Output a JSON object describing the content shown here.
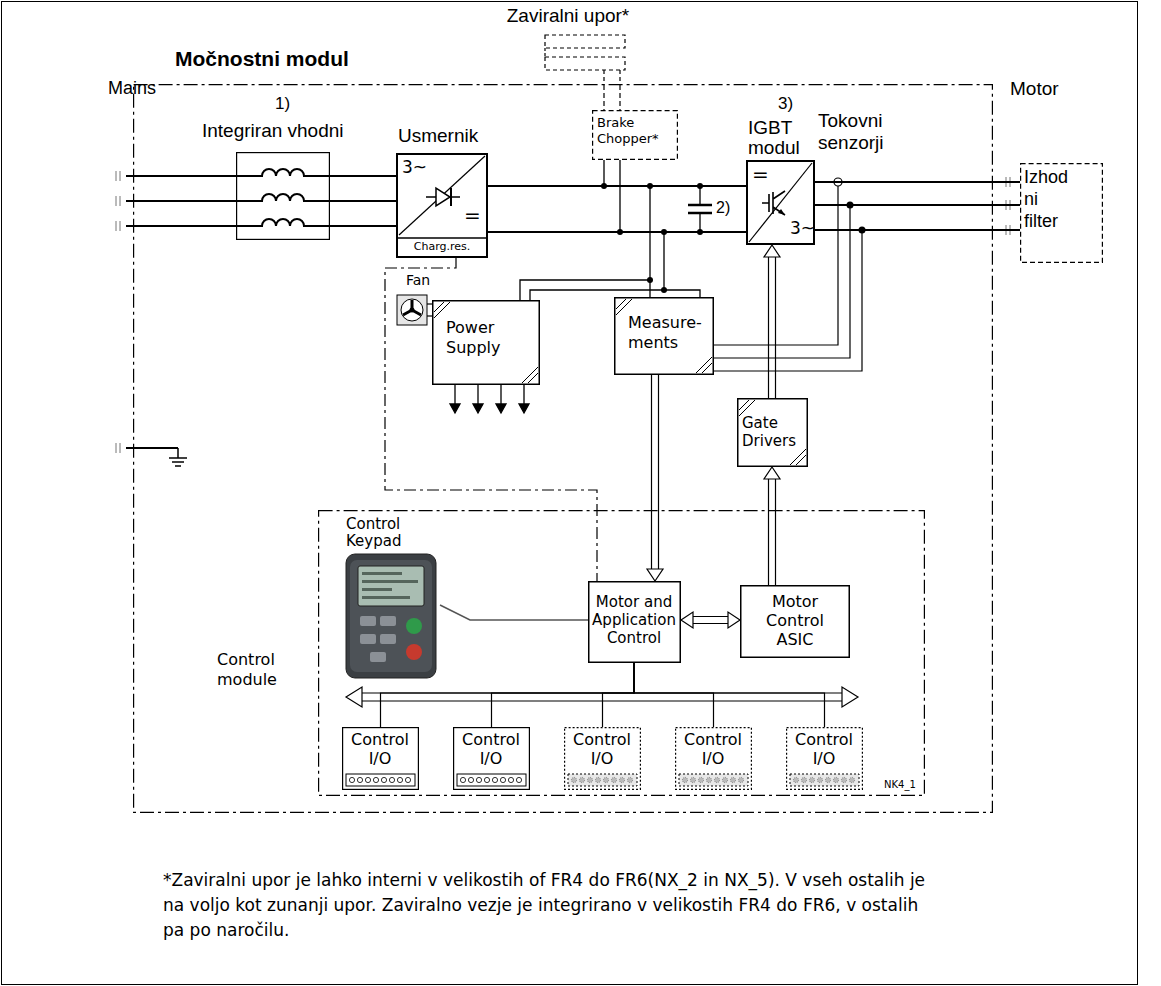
{
  "diagram": {
    "caption": "*Zaviralni upor je lahko interni v velikostih of FR4 do FR6(NX_2 in NX_5). V vseh ostalih je na voljo kot zunanji upor. Zaviralno vezje je integrirano v velikostih FR4 do FR6, v ostalih pa po naročilu.",
    "nodes": [
      {
        "text": [
          "Močnostni modul"
        ]
      },
      {
        "text": [
          "Zaviralni upor*"
        ]
      },
      {
        "text": [
          "Integriran vhodni"
        ],
        "in": 0
      },
      {
        "text": [
          "Usmernik",
          "3~",
          "=",
          "Charg.res."
        ],
        "in": 0
      },
      {
        "text": [
          "Brake Chopper*"
        ],
        "in": 0
      },
      {
        "text": [
          "IGBT modul",
          "=",
          "3~"
        ],
        "in": 0
      },
      {
        "text": [
          "Izhod ni filter"
        ]
      },
      {
        "text": [
          "Power Supply"
        ],
        "in": 0
      },
      {
        "text": [
          "Measure- ments"
        ],
        "in": 0
      },
      {
        "text": [
          "Gate Drivers"
        ],
        "in": 0
      },
      {
        "text": [
          "Control module"
        ],
        "in": 0
      },
      {
        "text": [
          "Control Keypad"
        ],
        "in": 10
      },
      {
        "text": [
          "Motor and Application Control"
        ],
        "in": 10
      },
      {
        "text": [
          "Motor Control ASIC"
        ],
        "in": 10
      },
      {
        "text": [
          "Control I/O"
        ],
        "in": 10
      },
      {
        "text": [
          "Control I/O"
        ],
        "in": 10
      },
      {
        "text": [
          "Control I/O"
        ],
        "in": 10
      },
      {
        "text": [
          "Control I/O"
        ],
        "in": 10
      },
      {
        "text": [
          "Control I/O"
        ],
        "in": 10
      }
    ],
    "edges": [
      {
        "from": 1,
        "to": 4,
        "arrow": "none"
      },
      {
        "from": 2,
        "to": 3,
        "arrow": "none"
      },
      {
        "from": 3,
        "to": 5,
        "arrow": "none"
      },
      {
        "from": 5,
        "to": 6,
        "arrow": "none"
      },
      {
        "from": 3,
        "to": 12,
        "arrow": "none"
      },
      {
        "from": 8,
        "to": 12,
        "arrow": "to"
      },
      {
        "from": 13,
        "to": 9,
        "arrow": "to"
      },
      {
        "from": 9,
        "to": 5,
        "arrow": "to"
      },
      {
        "from": 12,
        "to": 13,
        "arrow": "both"
      },
      {
        "from": 11,
        "to": 12,
        "arrow": "none"
      },
      {
        "from": 12,
        "to": 14,
        "arrow": "none"
      },
      {
        "from": 12,
        "to": 15,
        "arrow": "none"
      },
      {
        "from": 12,
        "to": 16,
        "arrow": "none"
      },
      {
        "from": 12,
        "to": 17,
        "arrow": "none"
      },
      {
        "from": 12,
        "to": 18,
        "arrow": "none"
      }
    ],
    "labels": [
      "Mains",
      "1)",
      "2)",
      "3)",
      "Tokovni senzorji",
      "Motor",
      "Fan",
      "NK4_1"
    ]
  }
}
